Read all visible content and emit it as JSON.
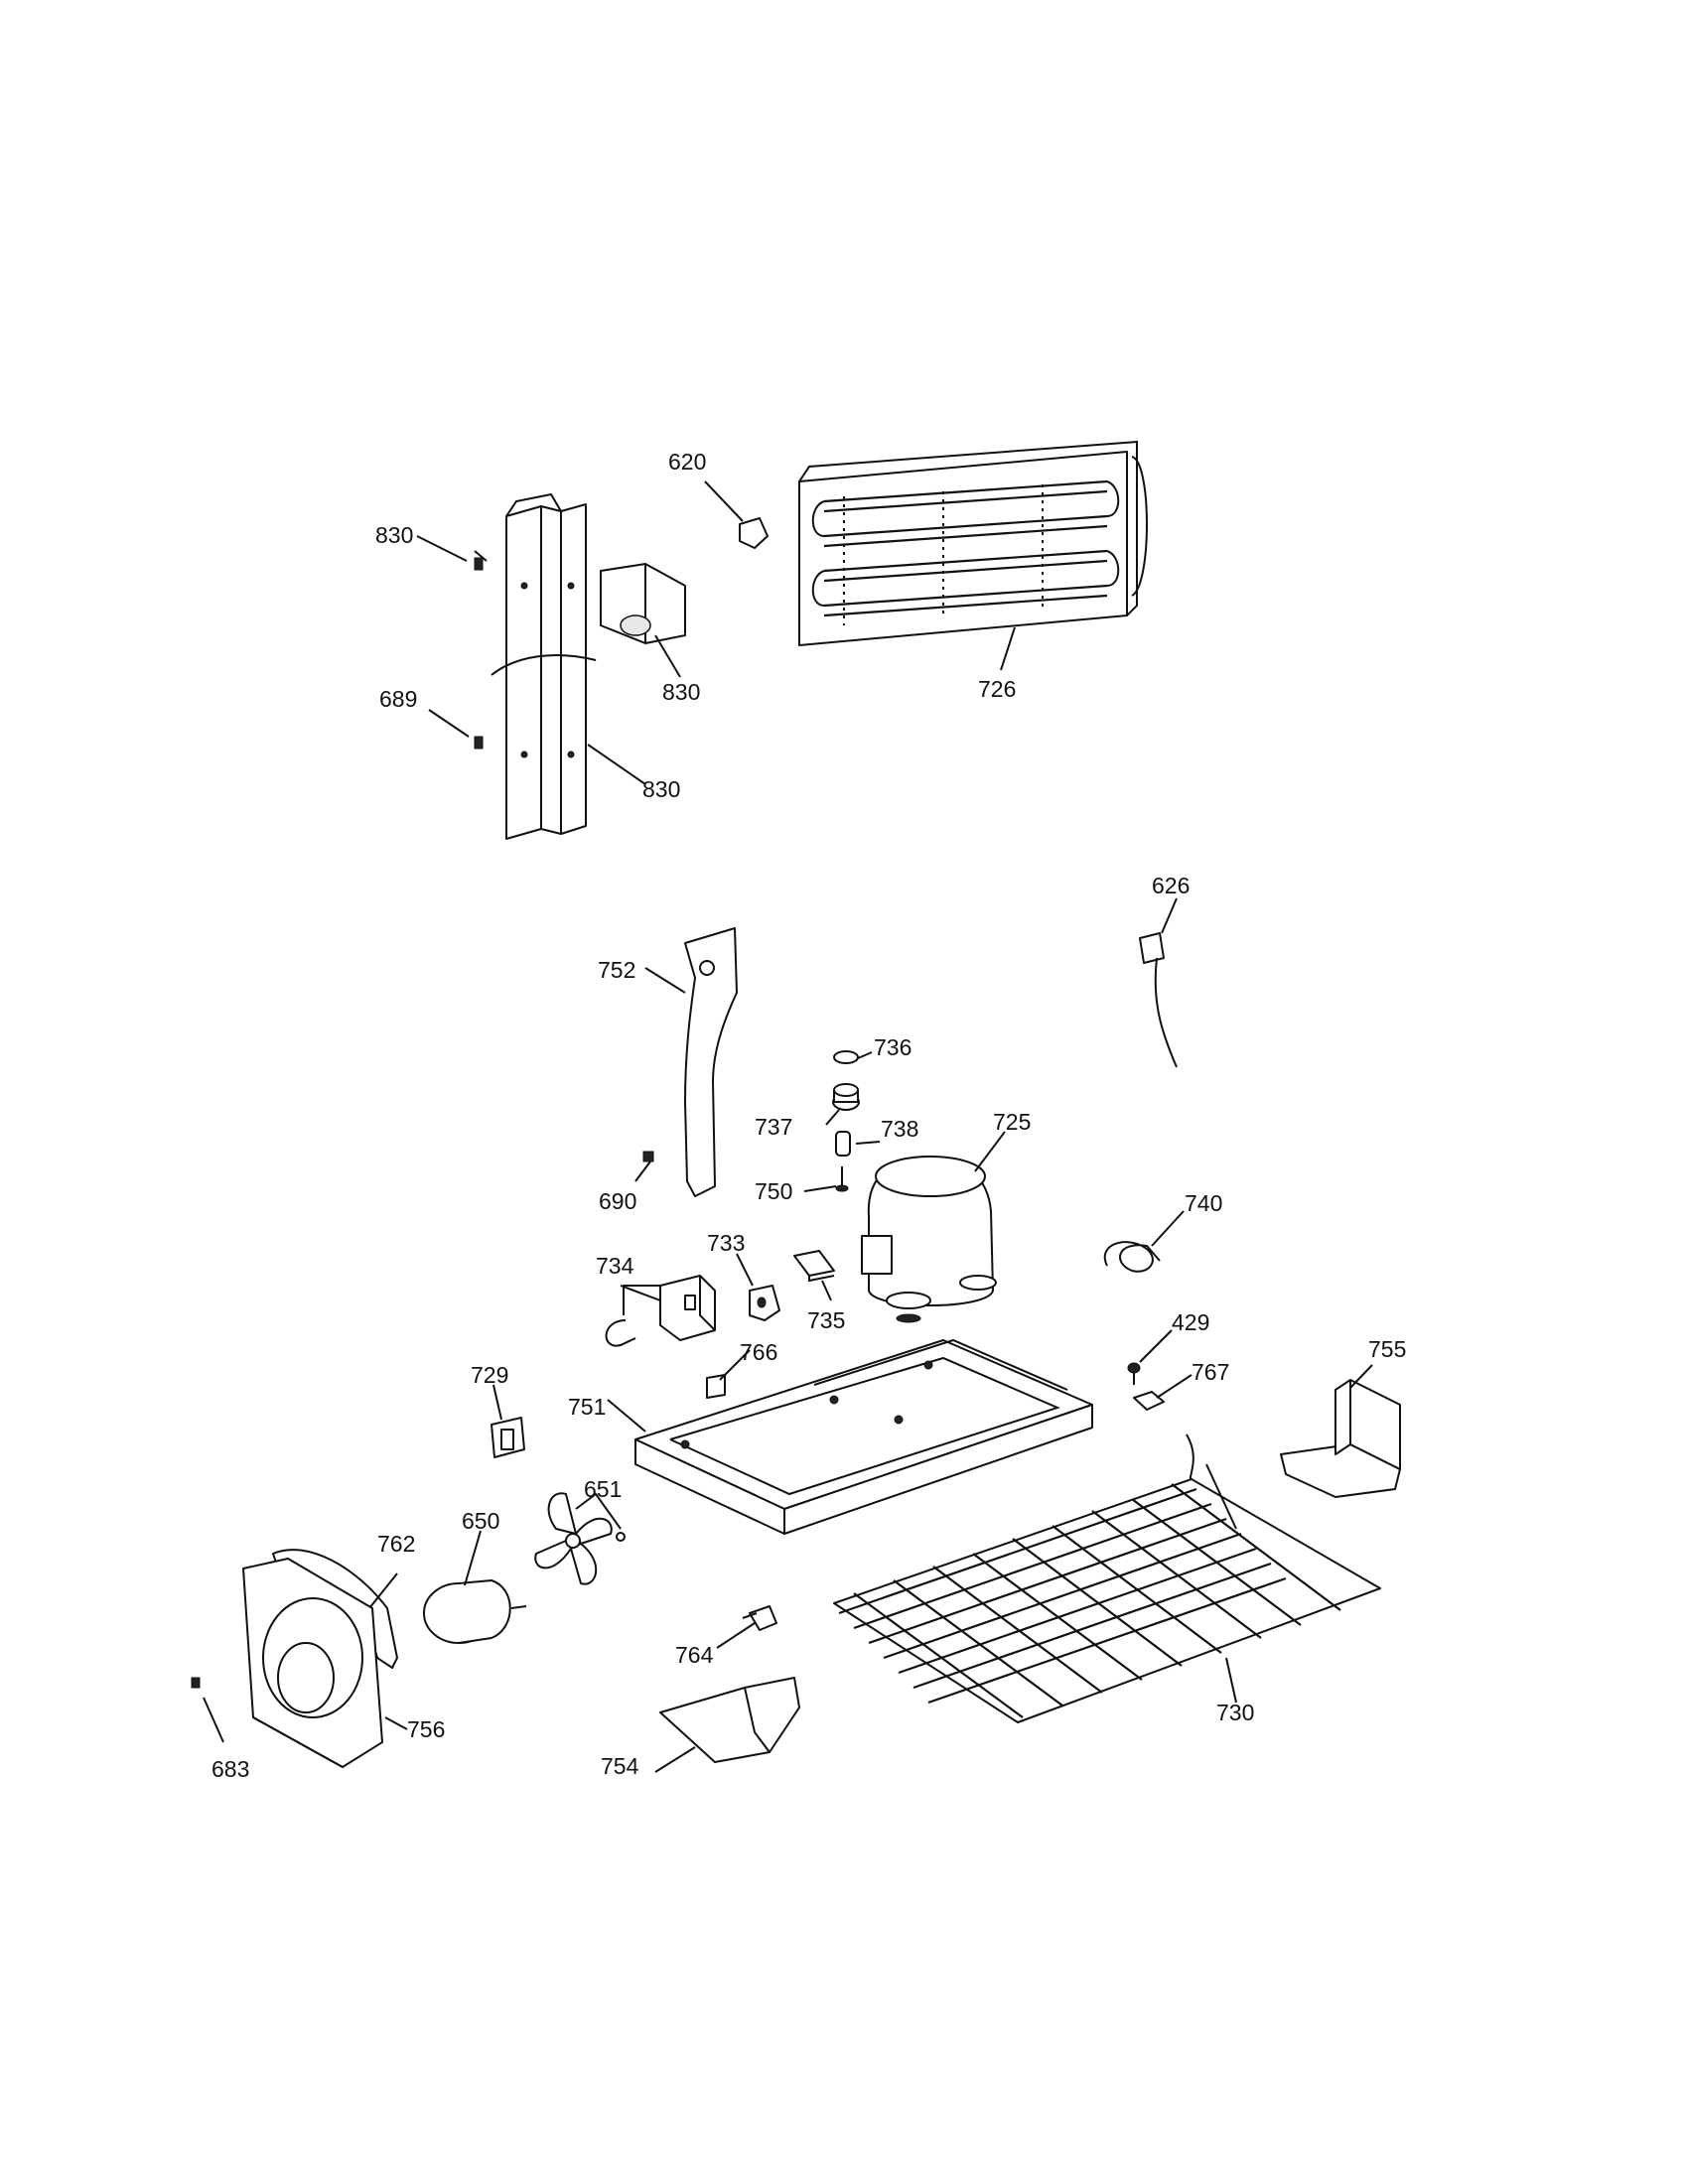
{
  "diagram": {
    "labels": {
      "p830a": "830",
      "p830b": "830",
      "p830c": "830",
      "p689": "689",
      "p620": "620",
      "p726": "726",
      "p626": "626",
      "p752": "752",
      "p736": "736",
      "p737": "737",
      "p738": "738",
      "p725": "725",
      "p750": "750",
      "p690": "690",
      "p740": "740",
      "p734": "734",
      "p733": "733",
      "p735": "735",
      "p766": "766",
      "p429": "429",
      "p767": "767",
      "p755": "755",
      "p729": "729",
      "p751": "751",
      "p651": "651",
      "p650": "650",
      "p762": "762",
      "p764": "764",
      "p730": "730",
      "p756": "756",
      "p683": "683",
      "p754": "754"
    }
  }
}
